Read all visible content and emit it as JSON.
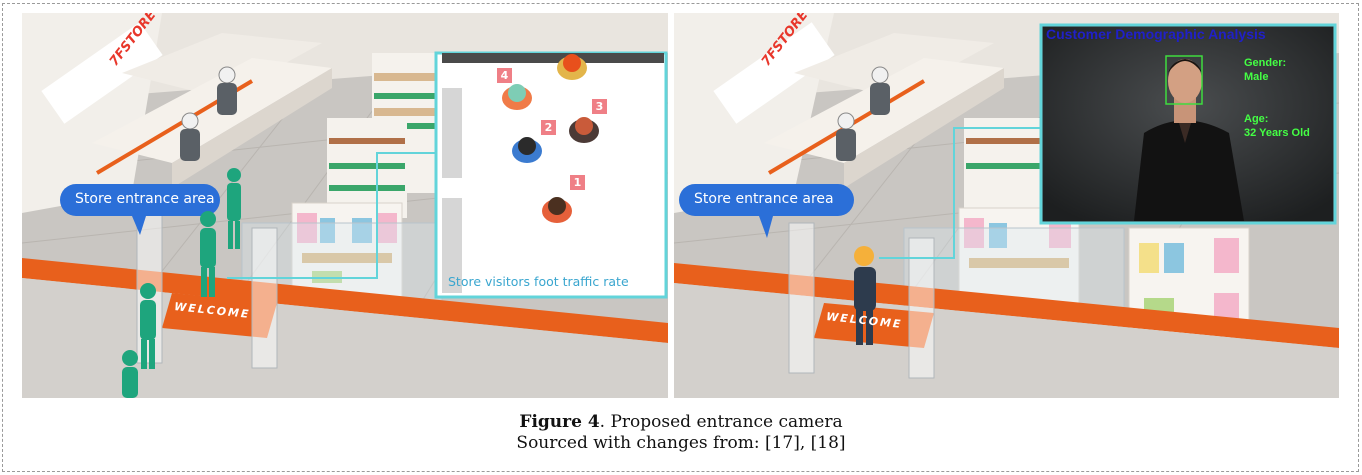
{
  "figure": {
    "label": "Figure 4",
    "title": ". Proposed entrance camera",
    "source": "Sourced with changes from: [17], [18]"
  },
  "left_panel": {
    "entrance_label": "Store entrance area",
    "inset_caption": "Store visitors foot traffic rate",
    "badges": [
      "1",
      "2",
      "3",
      "4"
    ]
  },
  "right_panel": {
    "entrance_label": "Store entrance area",
    "analysis_title": "Customer Demographic Analysis",
    "gender_label": "Gender:",
    "gender_value": "Male",
    "age_label": "Age:",
    "age_value": "32 Years Old"
  },
  "colors": {
    "bubble": "#2b6fd8",
    "visitor_figure": "#1ea57d",
    "inset_border": "#62d4da",
    "counter_stripe": "#e8601c",
    "face_box": "#3fdc3f"
  }
}
